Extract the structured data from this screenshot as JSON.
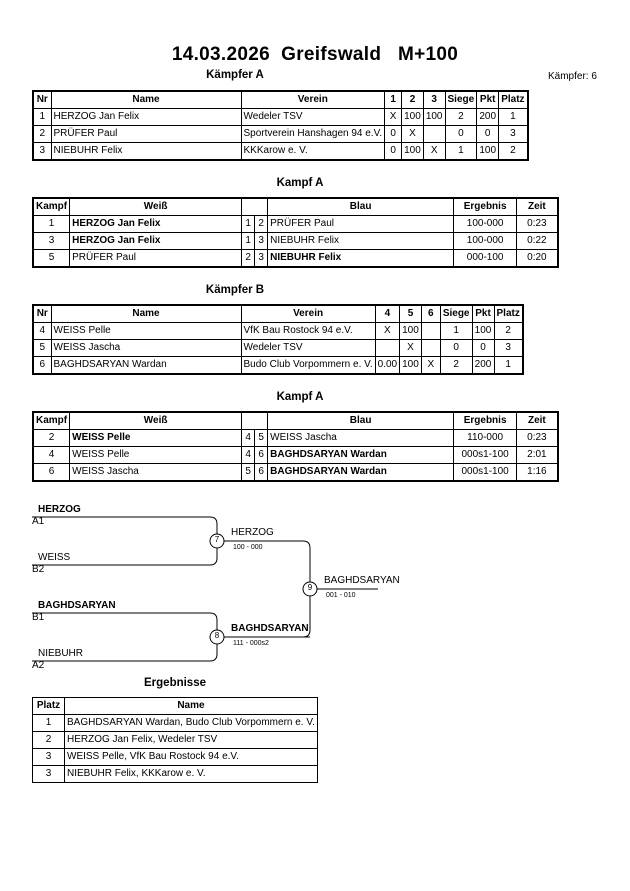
{
  "title": "14.03.2026  Greifswald   M+100",
  "kaempfer_count": "Kämpfer: 6",
  "group_a": {
    "heading": "Kämpfer A",
    "headers": [
      "Nr",
      "Name",
      "Verein",
      "1",
      "2",
      "3",
      "Siege",
      "Pkt",
      "Platz"
    ],
    "rows": [
      [
        "1",
        "HERZOG Jan Felix",
        "Wedeler TSV",
        "X",
        "100",
        "100",
        "2",
        "200",
        "1"
      ],
      [
        "2",
        "PRÜFER Paul",
        "Sportverein Hanshagen 94 e.V.",
        "0",
        "X",
        "",
        "0",
        "0",
        "3"
      ],
      [
        "3",
        "NIEBUHR Felix",
        "KKKarow e. V.",
        "0",
        "100",
        "X",
        "1",
        "100",
        "2"
      ]
    ]
  },
  "kampf_a1": {
    "heading": "Kampf A",
    "headers": [
      "Kampf",
      "Weiß",
      "",
      "",
      "Blau",
      "Ergebnis",
      "Zeit"
    ],
    "rows": [
      [
        "1",
        "HERZOG Jan Felix",
        "1",
        "2",
        "PRÜFER Paul",
        "100-000",
        "0:23"
      ],
      [
        "3",
        "HERZOG Jan Felix",
        "1",
        "3",
        "NIEBUHR Felix",
        "100-000",
        "0:22"
      ],
      [
        "5",
        "PRÜFER Paul",
        "2",
        "3",
        "NIEBUHR Felix",
        "000-100",
        "0:20"
      ]
    ]
  },
  "group_b": {
    "heading": "Kämpfer B",
    "headers": [
      "Nr",
      "Name",
      "Verein",
      "4",
      "5",
      "6",
      "Siege",
      "Pkt",
      "Platz"
    ],
    "rows": [
      [
        "4",
        "WEISS Pelle",
        "VfK Bau Rostock 94 e.V.",
        "X",
        "100",
        "",
        "1",
        "100",
        "2"
      ],
      [
        "5",
        "WEISS Jascha",
        "Wedeler TSV",
        "",
        "X",
        "",
        "0",
        "0",
        "3"
      ],
      [
        "6",
        "BAGHDSARYAN Wardan",
        "Budo Club Vorpommern e. V.",
        "0.00",
        "100",
        "X",
        "2",
        "200",
        "1"
      ]
    ]
  },
  "kampf_a2": {
    "heading": "Kampf A",
    "headers": [
      "Kampf",
      "Weiß",
      "",
      "",
      "Blau",
      "Ergebnis",
      "Zeit"
    ],
    "rows": [
      [
        "2",
        "WEISS Pelle",
        "4",
        "5",
        "WEISS Jascha",
        "110-000",
        "0:23"
      ],
      [
        "4",
        "WEISS Pelle",
        "4",
        "6",
        "BAGHDSARYAN Wardan",
        "000s1-100",
        "2:01"
      ],
      [
        "6",
        "WEISS Jascha",
        "5",
        "6",
        "BAGHDSARYAN Wardan",
        "000s1-100",
        "1:16"
      ]
    ]
  },
  "bracket": {
    "p1": "HERZOG",
    "p1_seed": "A1",
    "p2": "WEISS",
    "p2_seed": "B2",
    "p3": "BAGHDSARYAN",
    "p3_seed": "B1",
    "p4": "NIEBUHR",
    "p4_seed": "A2",
    "m7": "7",
    "m7_winner": "HERZOG",
    "m7_score": "100 - 000",
    "m8": "8",
    "m8_winner": "BAGHDSARYAN",
    "m8_score": "111 - 000s2",
    "m9": "9",
    "m9_winner": "BAGHDSARYAN",
    "m9_score": "001 - 010"
  },
  "results": {
    "heading": "Ergebnisse",
    "headers": [
      "Platz",
      "Name"
    ],
    "rows": [
      [
        "1",
        "BAGHDSARYAN Wardan, Budo Club Vorpommern e. V."
      ],
      [
        "2",
        "HERZOG Jan Felix, Wedeler TSV"
      ],
      [
        "3",
        "WEISS Pelle, VfK Bau Rostock 94 e.V."
      ],
      [
        "3",
        "NIEBUHR Felix, KKKarow e. V."
      ]
    ]
  }
}
